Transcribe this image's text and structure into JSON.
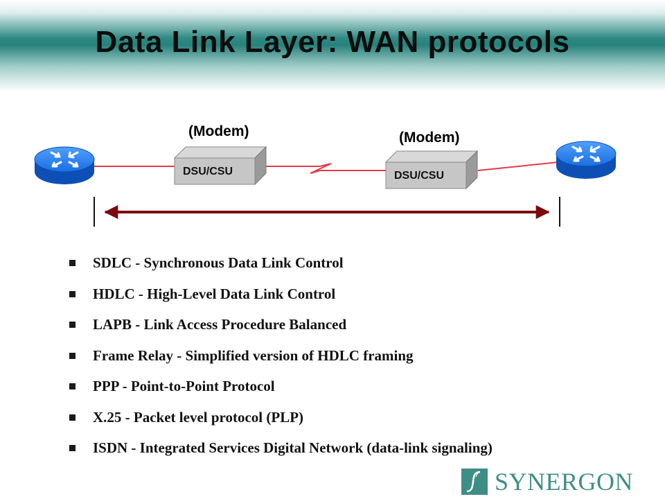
{
  "slide": {
    "title": "Data Link Layer: WAN protocols",
    "diagram": {
      "modem_left_label": "(Modem)",
      "modem_right_label": "(Modem)",
      "device_left_label": "DSU/CSU",
      "device_right_label": "DSU/CSU",
      "link_color": "#e23a4a",
      "arrow_color": "#7a0a0f",
      "router_color": "#1a6ee0"
    },
    "bullets": [
      "SDLC - Synchronous Data Link Control",
      "HDLC - High-Level Data Link Control",
      "LAPB - Link Access Procedure Balanced",
      "Frame Relay - Simplified version of HDLC framing",
      "PPP - Point-to-Point Protocol",
      "X.25 - Packet level protocol (PLP)",
      "ISDN - Integrated Services Digital Network (data-link signaling)"
    ],
    "logo_text": "SYNERGON",
    "accent_color": "#2f8a83"
  }
}
